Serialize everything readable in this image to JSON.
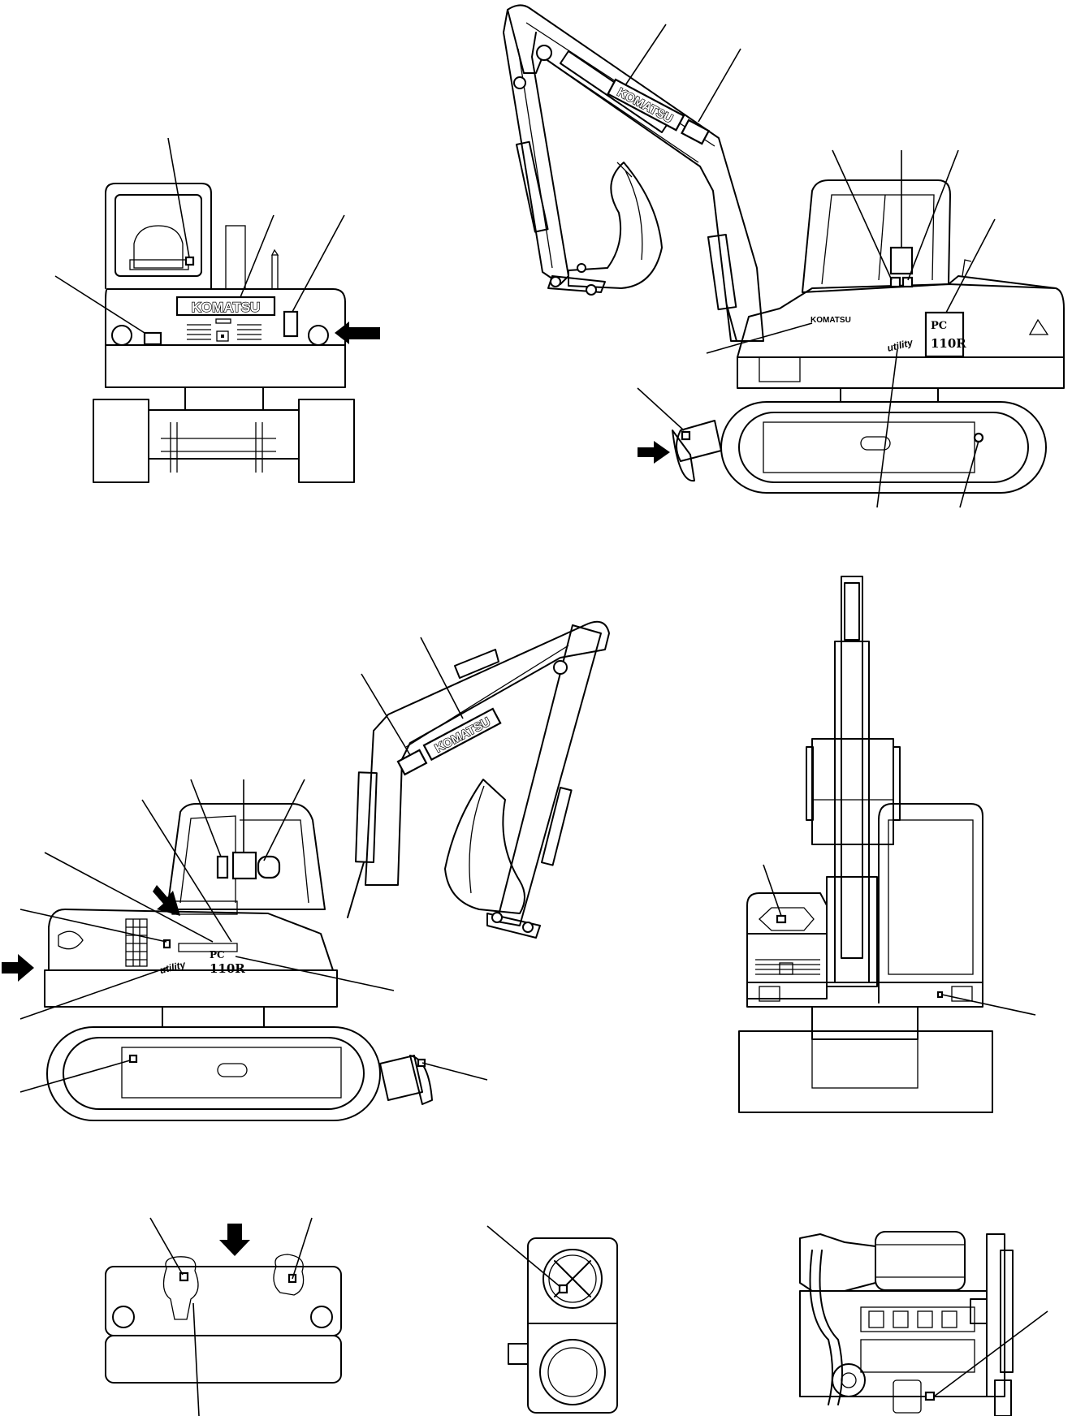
{
  "labels": {
    "brand": "KOMATSU",
    "model_prefix": "PC",
    "model_number": "110R",
    "series_badge": "utility"
  },
  "views": [
    {
      "name": "front-view"
    },
    {
      "name": "right-side-view"
    },
    {
      "name": "left-side-view"
    },
    {
      "name": "rear-view"
    },
    {
      "name": "counterweight-view"
    },
    {
      "name": "filter-detail-view"
    },
    {
      "name": "engine-view"
    }
  ]
}
